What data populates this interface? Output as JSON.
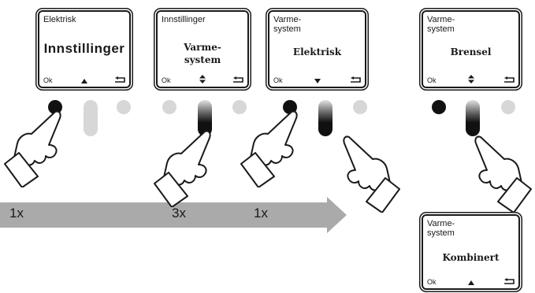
{
  "screens": [
    {
      "top": "Elektrisk",
      "main": "Innstillinger",
      "ok": "Ok",
      "nav": "up-icon",
      "back": "back-icon"
    },
    {
      "top": "Innstillinger",
      "main": "Varme-\nsystem",
      "ok": "Ok",
      "nav": "up-down-icon",
      "back": "back-icon"
    },
    {
      "top": "Varme-\nsystem",
      "main": "Elektrisk",
      "ok": "Ok",
      "nav": "down-icon",
      "back": "back-icon"
    },
    {
      "top": "Varme-\nsystem",
      "main": "Brensel",
      "ok": "Ok",
      "nav": "up-down-icon",
      "back": "back-icon"
    },
    {
      "top": "Varme-\nsystem",
      "main": "Kombinert",
      "ok": "Ok",
      "nav": "up-icon",
      "back": "back-icon"
    }
  ],
  "arrow": {
    "color": "#aaaaaa",
    "labels": [
      "1x",
      "3x",
      "1x"
    ]
  },
  "buttons": {
    "dark_color": "#111111",
    "light_color": "#d7d7d7"
  }
}
